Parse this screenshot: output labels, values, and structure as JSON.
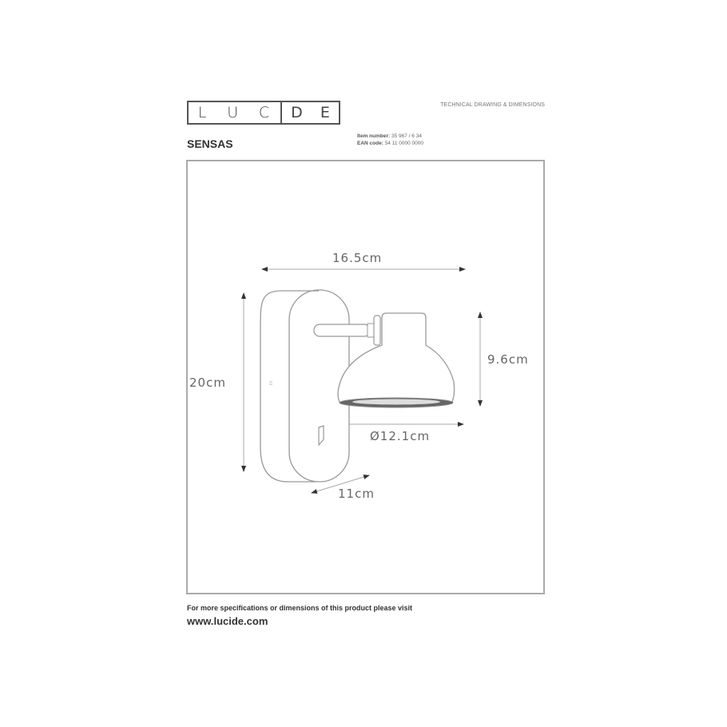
{
  "header": {
    "logo_letters_left": [
      "L",
      "U",
      "C"
    ],
    "logo_letters_right": [
      "D",
      "E"
    ],
    "subtitle": "TECHNICAL DRAWING & DIMENSIONS",
    "product_name": "SENSAS",
    "item_number_label": "Item number:",
    "item_number_value": "35 967 / 6 34",
    "ean_label": "EAN code:",
    "ean_value": "54 11 0000 0000"
  },
  "dimensions": {
    "width": "16.5cm",
    "height": "20cm",
    "shade_height": "9.6cm",
    "shade_diameter": "Ø12.1cm",
    "depth": "11cm"
  },
  "footer": {
    "note": "For more specifications or dimensions of this product please visit",
    "website": "www.lucide.com"
  },
  "colors": {
    "frame": "#aaaaaa",
    "line": "#999999",
    "text": "#333333"
  }
}
